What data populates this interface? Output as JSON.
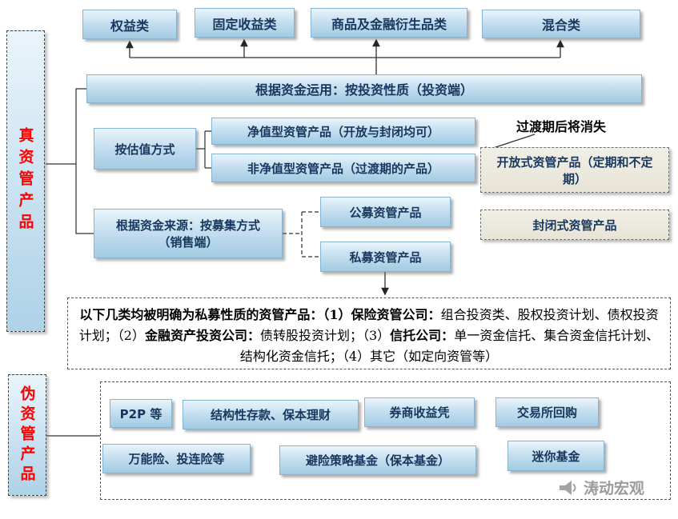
{
  "top_categories": [
    {
      "label": "权益类"
    },
    {
      "label": "固定收益类"
    },
    {
      "label": "商品及金融衍生品类"
    },
    {
      "label": "混合类"
    }
  ],
  "headers": {
    "investment": "根据资金运用：按投资性质（投资端）",
    "valuation_method": "按估值方式",
    "funding_source": "根据资金来源：按募集方式（销售端）"
  },
  "left_labels": {
    "true_products": "真资管产品",
    "fake_products": "伪资管产品"
  },
  "valuation_products": {
    "nav": "净值型资管产品（开放与封闭均可）",
    "non_nav": "非净值型资管产品（过渡期的产品）",
    "transition_note": "过渡期后将消失"
  },
  "duration_products": {
    "open": "开放式资管产品（定期和不定期）",
    "closed": "封闭式资管产品"
  },
  "offering_products": {
    "public": "公募资管产品",
    "private": "私募资管产品"
  },
  "private_note": {
    "seg1": "以下几类均被明确为私募性质的资管产品：（1）保险资管公司：",
    "seg2": "组合投资类、股权投资计划、债权投资计划；（2）",
    "seg3": "金融资产投资公司：",
    "seg4": "债转股投资计划；（3）",
    "seg5": "信托公司：",
    "seg6": "单一资金信托、集合资金信托计划、结构化资金信托；（4）其它（如定向资管等）"
  },
  "fake_items": [
    {
      "label": "P2P 等"
    },
    {
      "label": "结构性存款、保本理财"
    },
    {
      "label": "券商收益凭"
    },
    {
      "label": "交易所回购"
    },
    {
      "label": "万能险、投连险等"
    },
    {
      "label": "避险策略基金（保本基金）"
    },
    {
      "label": "迷你基金"
    }
  ],
  "watermark": {
    "label": "涛动宏观",
    "icon": "megaphone-icon"
  },
  "colors": {
    "box_blue_top": "#e9f5fb",
    "box_blue_bottom": "#a2cbe2",
    "box_border": "#86b4d1",
    "beige_bg": "#e9e6d8",
    "red_text": "#fe0000",
    "dark_text": "#17375e",
    "line": "#303030",
    "watermark_gray": "#9b9b9b"
  }
}
